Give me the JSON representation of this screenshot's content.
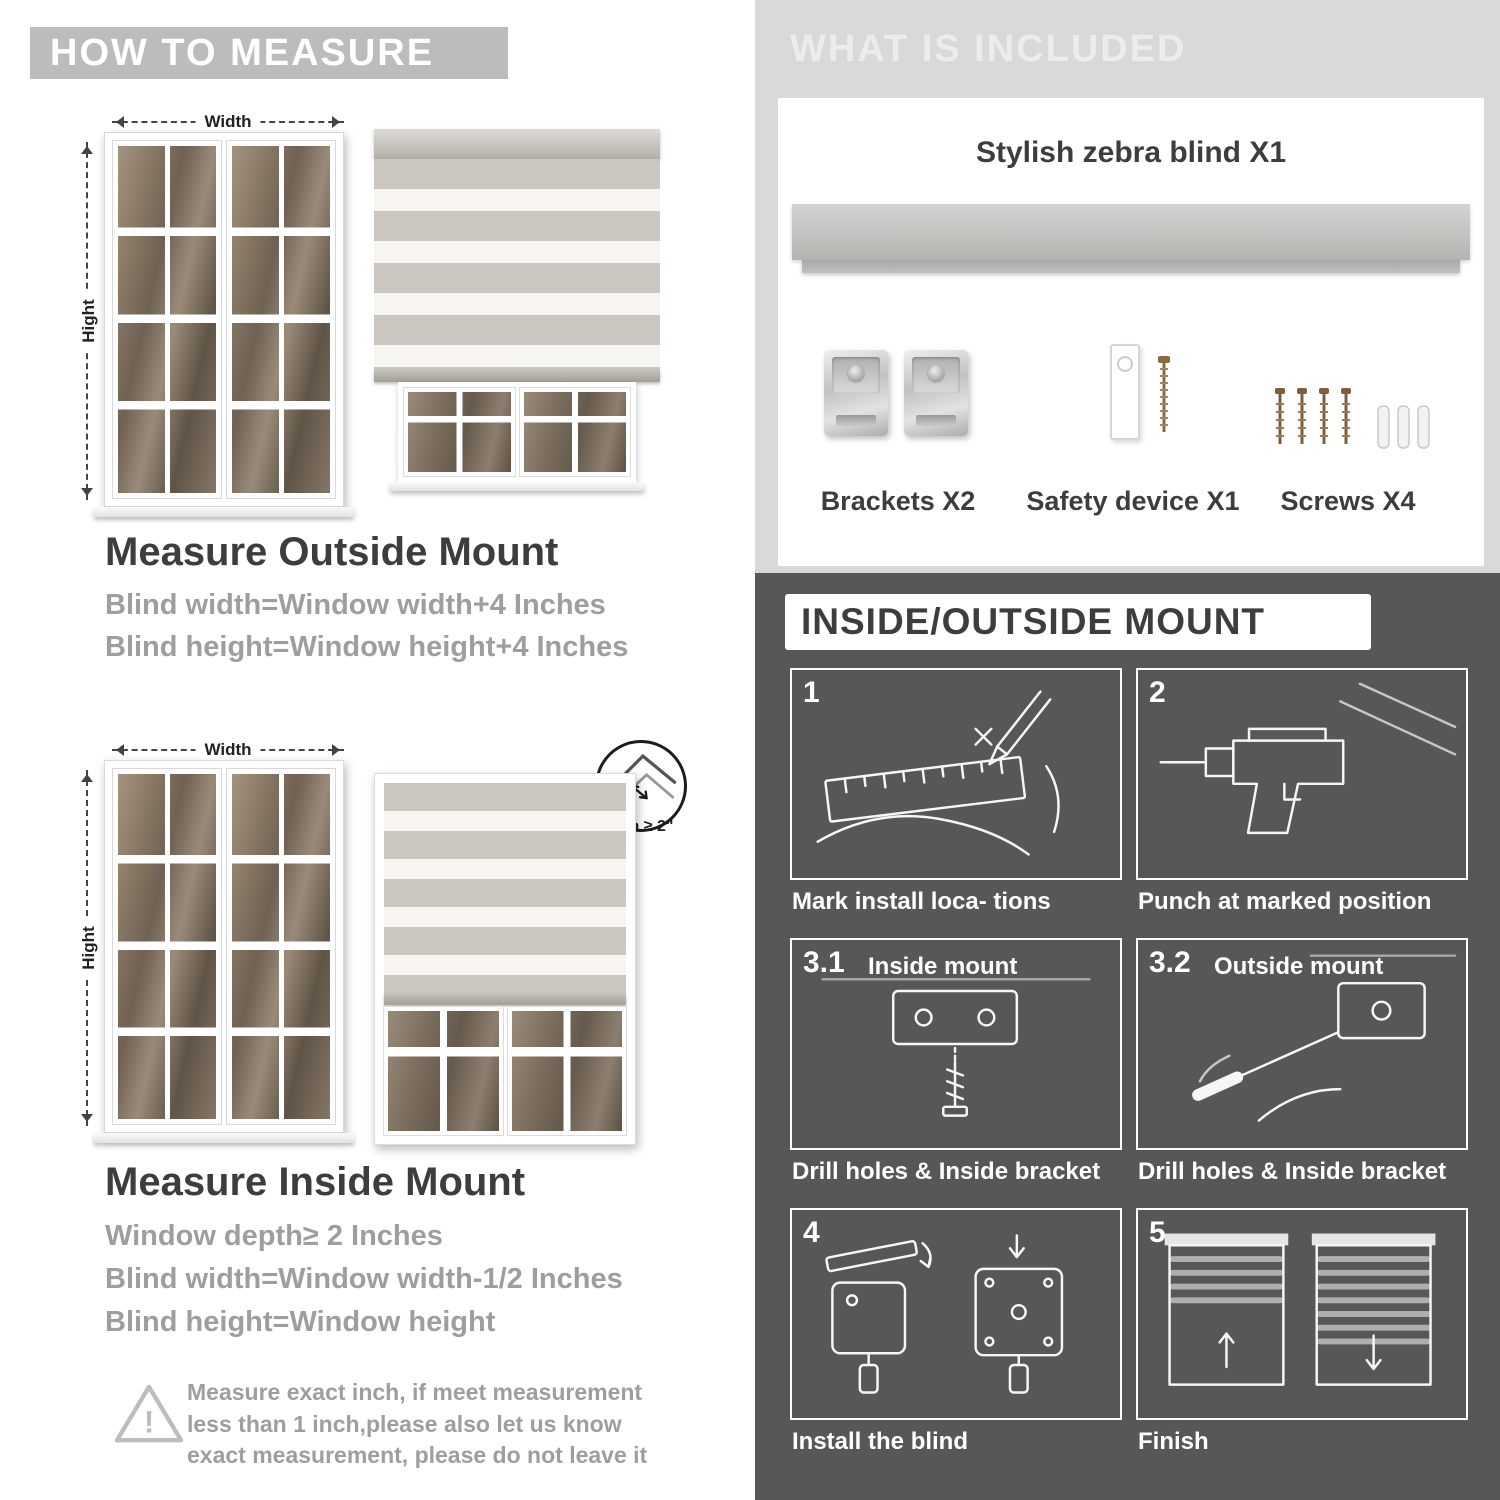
{
  "left": {
    "header": "HOW TO MEASURE",
    "labels": {
      "width": "Width",
      "height": "Hight"
    },
    "outside_mount": {
      "title": "Measure Outside Mount",
      "lines": [
        "Blind width=Window width+4 Inches",
        "Blind height=Window height+4 Inches"
      ]
    },
    "inside_mount": {
      "title": "Measure Inside Mount",
      "depth_callout": "Depth ≥ 2\"",
      "lines": [
        "Window depth≥ 2 Inches",
        "Blind width=Window width-1/2 Inches",
        "Blind height=Window height"
      ]
    },
    "warning": {
      "mark": "!",
      "text": "Measure exact inch, if meet measurement less than 1 inch,please also let us know exact measurement, please do not leave it"
    }
  },
  "right": {
    "included": {
      "header": "WHAT IS INCLUDED",
      "product_label": "Stylish zebra blind X1",
      "components": [
        {
          "name": "brackets",
          "label": "Brackets X2"
        },
        {
          "name": "safety-device",
          "label": "Safety device X1"
        },
        {
          "name": "screws",
          "label": "Screws X4"
        }
      ]
    },
    "mount_steps": {
      "header": "INSIDE/OUTSIDE MOUNT",
      "steps": [
        {
          "num": "1",
          "sublabel": "",
          "caption": "Mark install loca- tions"
        },
        {
          "num": "2",
          "sublabel": "",
          "caption": "Punch at  marked position"
        },
        {
          "num": "3.1",
          "sublabel": "Inside mount",
          "caption": "Drill holes &  Inside bracket"
        },
        {
          "num": "3.2",
          "sublabel": "Outside mount",
          "caption": "Drill holes &  Inside bracket"
        },
        {
          "num": "4",
          "sublabel": "",
          "caption": "Install the blind"
        },
        {
          "num": "5",
          "sublabel": "",
          "caption": "Finish"
        }
      ]
    }
  },
  "colors": {
    "banner_gray": "#bcbcbc",
    "light_section": "#d9d9d9",
    "dark_section": "#57575a",
    "heading_dark": "#3d3d3d",
    "body_gray": "#9e9e9e"
  }
}
